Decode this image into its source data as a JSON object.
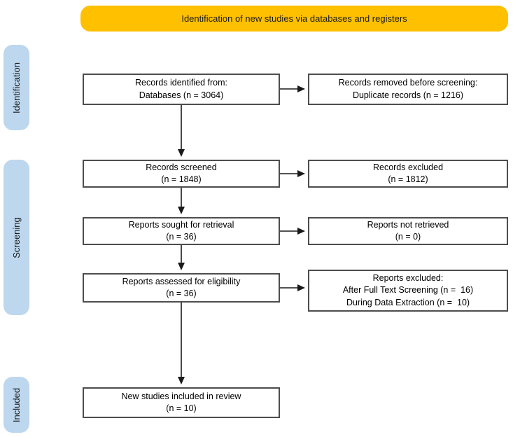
{
  "banner": {
    "title": "Identification of new studies via databases and registers",
    "background_color": "#FFC000"
  },
  "stages": [
    {
      "label": "Identification"
    },
    {
      "label": "Screening"
    },
    {
      "label": "Included"
    }
  ],
  "stage_ribbon_color": "#BDD7EE",
  "flow": {
    "left_boxes": [
      {
        "name": "records-identified",
        "lines": [
          "Records identified from:",
          "Databases (n = 3064)"
        ]
      },
      {
        "name": "records-screened",
        "lines": [
          "Records screened",
          "(n = 1848)"
        ]
      },
      {
        "name": "reports-sought",
        "lines": [
          "Reports sought for retrieval",
          "(n = 36)"
        ]
      },
      {
        "name": "reports-assessed",
        "lines": [
          "Reports assessed for eligibility",
          "(n = 36)"
        ]
      },
      {
        "name": "studies-included",
        "lines": [
          "New studies included in review",
          "(n = 10)"
        ]
      }
    ],
    "right_boxes": [
      {
        "name": "records-removed",
        "lines": [
          "Records removed before screening:",
          "Duplicate records (n = 1216)"
        ]
      },
      {
        "name": "records-excluded",
        "lines": [
          "Records excluded",
          "(n = 1812)"
        ]
      },
      {
        "name": "reports-not-retrieved",
        "lines": [
          "Reports not retrieved",
          "(n = 0)"
        ]
      },
      {
        "name": "reports-excluded",
        "lines": [
          "Reports excluded:",
          "After Full Text Screening (n =  16)",
          "During Data Extraction (n =  10)"
        ]
      }
    ]
  },
  "colors": {
    "box_border": "#4d4d4d",
    "arrow": "#1a1a1a",
    "text": "#000000",
    "background": "#ffffff"
  }
}
